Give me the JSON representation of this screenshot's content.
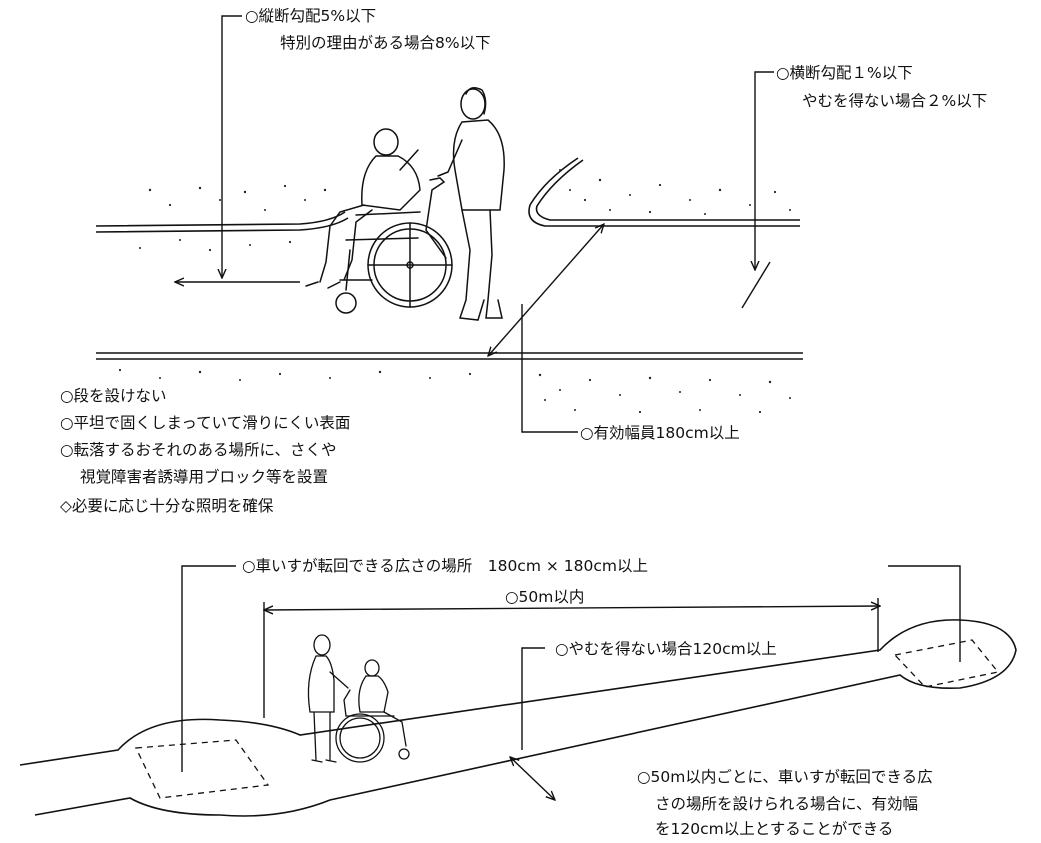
{
  "top_figure": {
    "longitudinal_slope": {
      "line1": "○縦断勾配5%以下",
      "line2": "特別の理由がある場合8%以下"
    },
    "cross_slope": {
      "line1": "○横断勾配１%以下",
      "line2": "やむを得ない場合２%以下"
    },
    "requirements": [
      "○段を設けない",
      "○平坦で固くしまっていて滑りにくい表面",
      "○転落するおそれのある場所に、さくや",
      "視覚障害者誘導用ブロック等を設置",
      "◇必要に応じ十分な照明を確保"
    ],
    "effective_width": "○有効幅員180cm以上"
  },
  "bottom_figure": {
    "turning_space": "○車いすが転回できる広さの場所　180cm × 180cm以上",
    "interval": "○50m以内",
    "min_width": "○やむを得ない場合120cm以上",
    "note": [
      "○50m以内ごとに、車いすが転回できる広",
      "さの場所を設けられる場合に、有効幅",
      "を120cm以上とすることができる"
    ]
  }
}
